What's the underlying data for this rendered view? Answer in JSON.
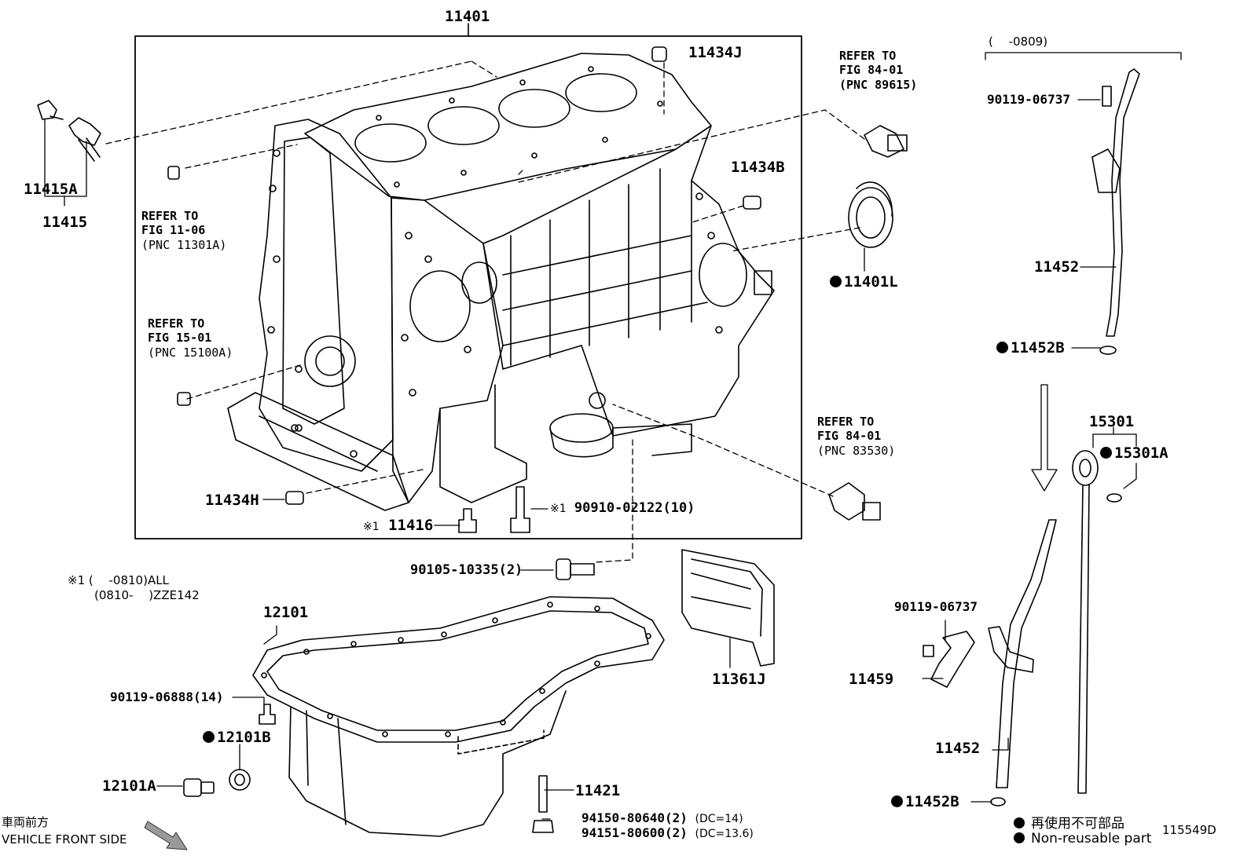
{
  "figure_id": "115549D",
  "parts": {
    "p11401": "11401",
    "p11434J": "11434J",
    "p11415A": "11415A",
    "p11415": "11415",
    "p11434B": "11434B",
    "p11401L": "11401L",
    "p11434H": "11434H",
    "p11416": "11416",
    "p90910": "90910-02122(10)",
    "p90105": "90105-10335(2)",
    "p12101": "12101",
    "p90119_14": "90119-06888(14)",
    "p12101B": "12101B",
    "p12101A": "12101A",
    "p11421": "11421",
    "p94150": "94150-80640(2)",
    "p94150_dc": "(DC=14)",
    "p94151": "94151-80600(2)",
    "p94151_dc": "(DC=13.6)",
    "p11361J": "11361J",
    "p90119_a": "90119-06737",
    "p11452_a": "11452",
    "p11452B_a": "11452B",
    "p15301": "15301",
    "p15301A": "15301A",
    "p90119_b": "90119-06737",
    "p11459": "11459",
    "p11452_b": "11452",
    "p11452B_b": "11452B"
  },
  "refs": {
    "r1": [
      "REFER TO",
      "FIG 11-06",
      "(PNC 11301A)"
    ],
    "r2": [
      "REFER TO",
      "FIG 15-01",
      "(PNC 15100A)"
    ],
    "r3": [
      "REFER TO",
      "FIG 84-01",
      "(PNC 89615)"
    ],
    "r4": [
      "REFER TO",
      "FIG 84-01",
      "(PNC 83530)"
    ]
  },
  "marks": {
    "mark1": "※1",
    "range_0809": "(　 -0809)",
    "note_line1": "※1 (　 -0810)ALL",
    "note_line2": "(0810-　 )ZZE142"
  },
  "legend": {
    "jp": "再使用不可部品",
    "en": "Non-reusable part"
  },
  "front": {
    "jp": "車両前方",
    "en": "VEHICLE FRONT SIDE"
  },
  "colors": {
    "line": "#000000",
    "background": "#ffffff"
  }
}
